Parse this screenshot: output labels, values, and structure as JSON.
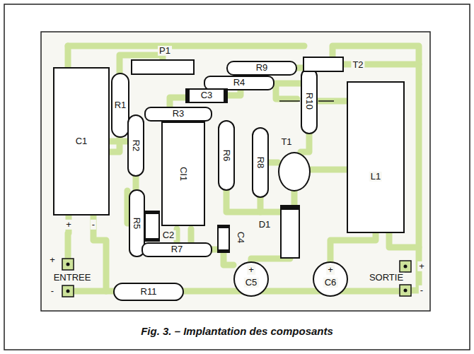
{
  "diagram": {
    "caption": "Fig. 3. – Implantation des composants",
    "nodes": [
      {
        "text": [
          "C1"
        ]
      },
      {
        "text": [
          "P1"
        ]
      },
      {
        "text": [
          "R9"
        ]
      },
      {
        "text": [
          "R4"
        ]
      },
      {
        "text": [
          "C3"
        ]
      },
      {
        "text": [
          "R1"
        ]
      },
      {
        "text": [
          "R3"
        ]
      },
      {
        "text": [
          "CI1"
        ]
      },
      {
        "text": [
          "R2"
        ]
      },
      {
        "text": [
          "R6"
        ]
      },
      {
        "text": [
          "R8"
        ]
      },
      {
        "text": [
          "R10"
        ]
      },
      {
        "text": [
          "T2"
        ]
      },
      {
        "text": [
          "T1"
        ]
      },
      {
        "text": [
          "L1"
        ]
      },
      {
        "text": [
          "R5"
        ]
      },
      {
        "text": [
          "C2"
        ]
      },
      {
        "text": [
          "C4"
        ]
      },
      {
        "text": [
          "R7"
        ]
      },
      {
        "text": [
          "D1"
        ]
      },
      {
        "text": [
          "+",
          "C5"
        ]
      },
      {
        "text": [
          "+",
          "C6"
        ]
      },
      {
        "text": [
          "R11"
        ]
      }
    ],
    "labels": [
      "+",
      "-",
      "+",
      "ENTREE",
      "-",
      "SORTIE",
      "+",
      "-"
    ]
  }
}
